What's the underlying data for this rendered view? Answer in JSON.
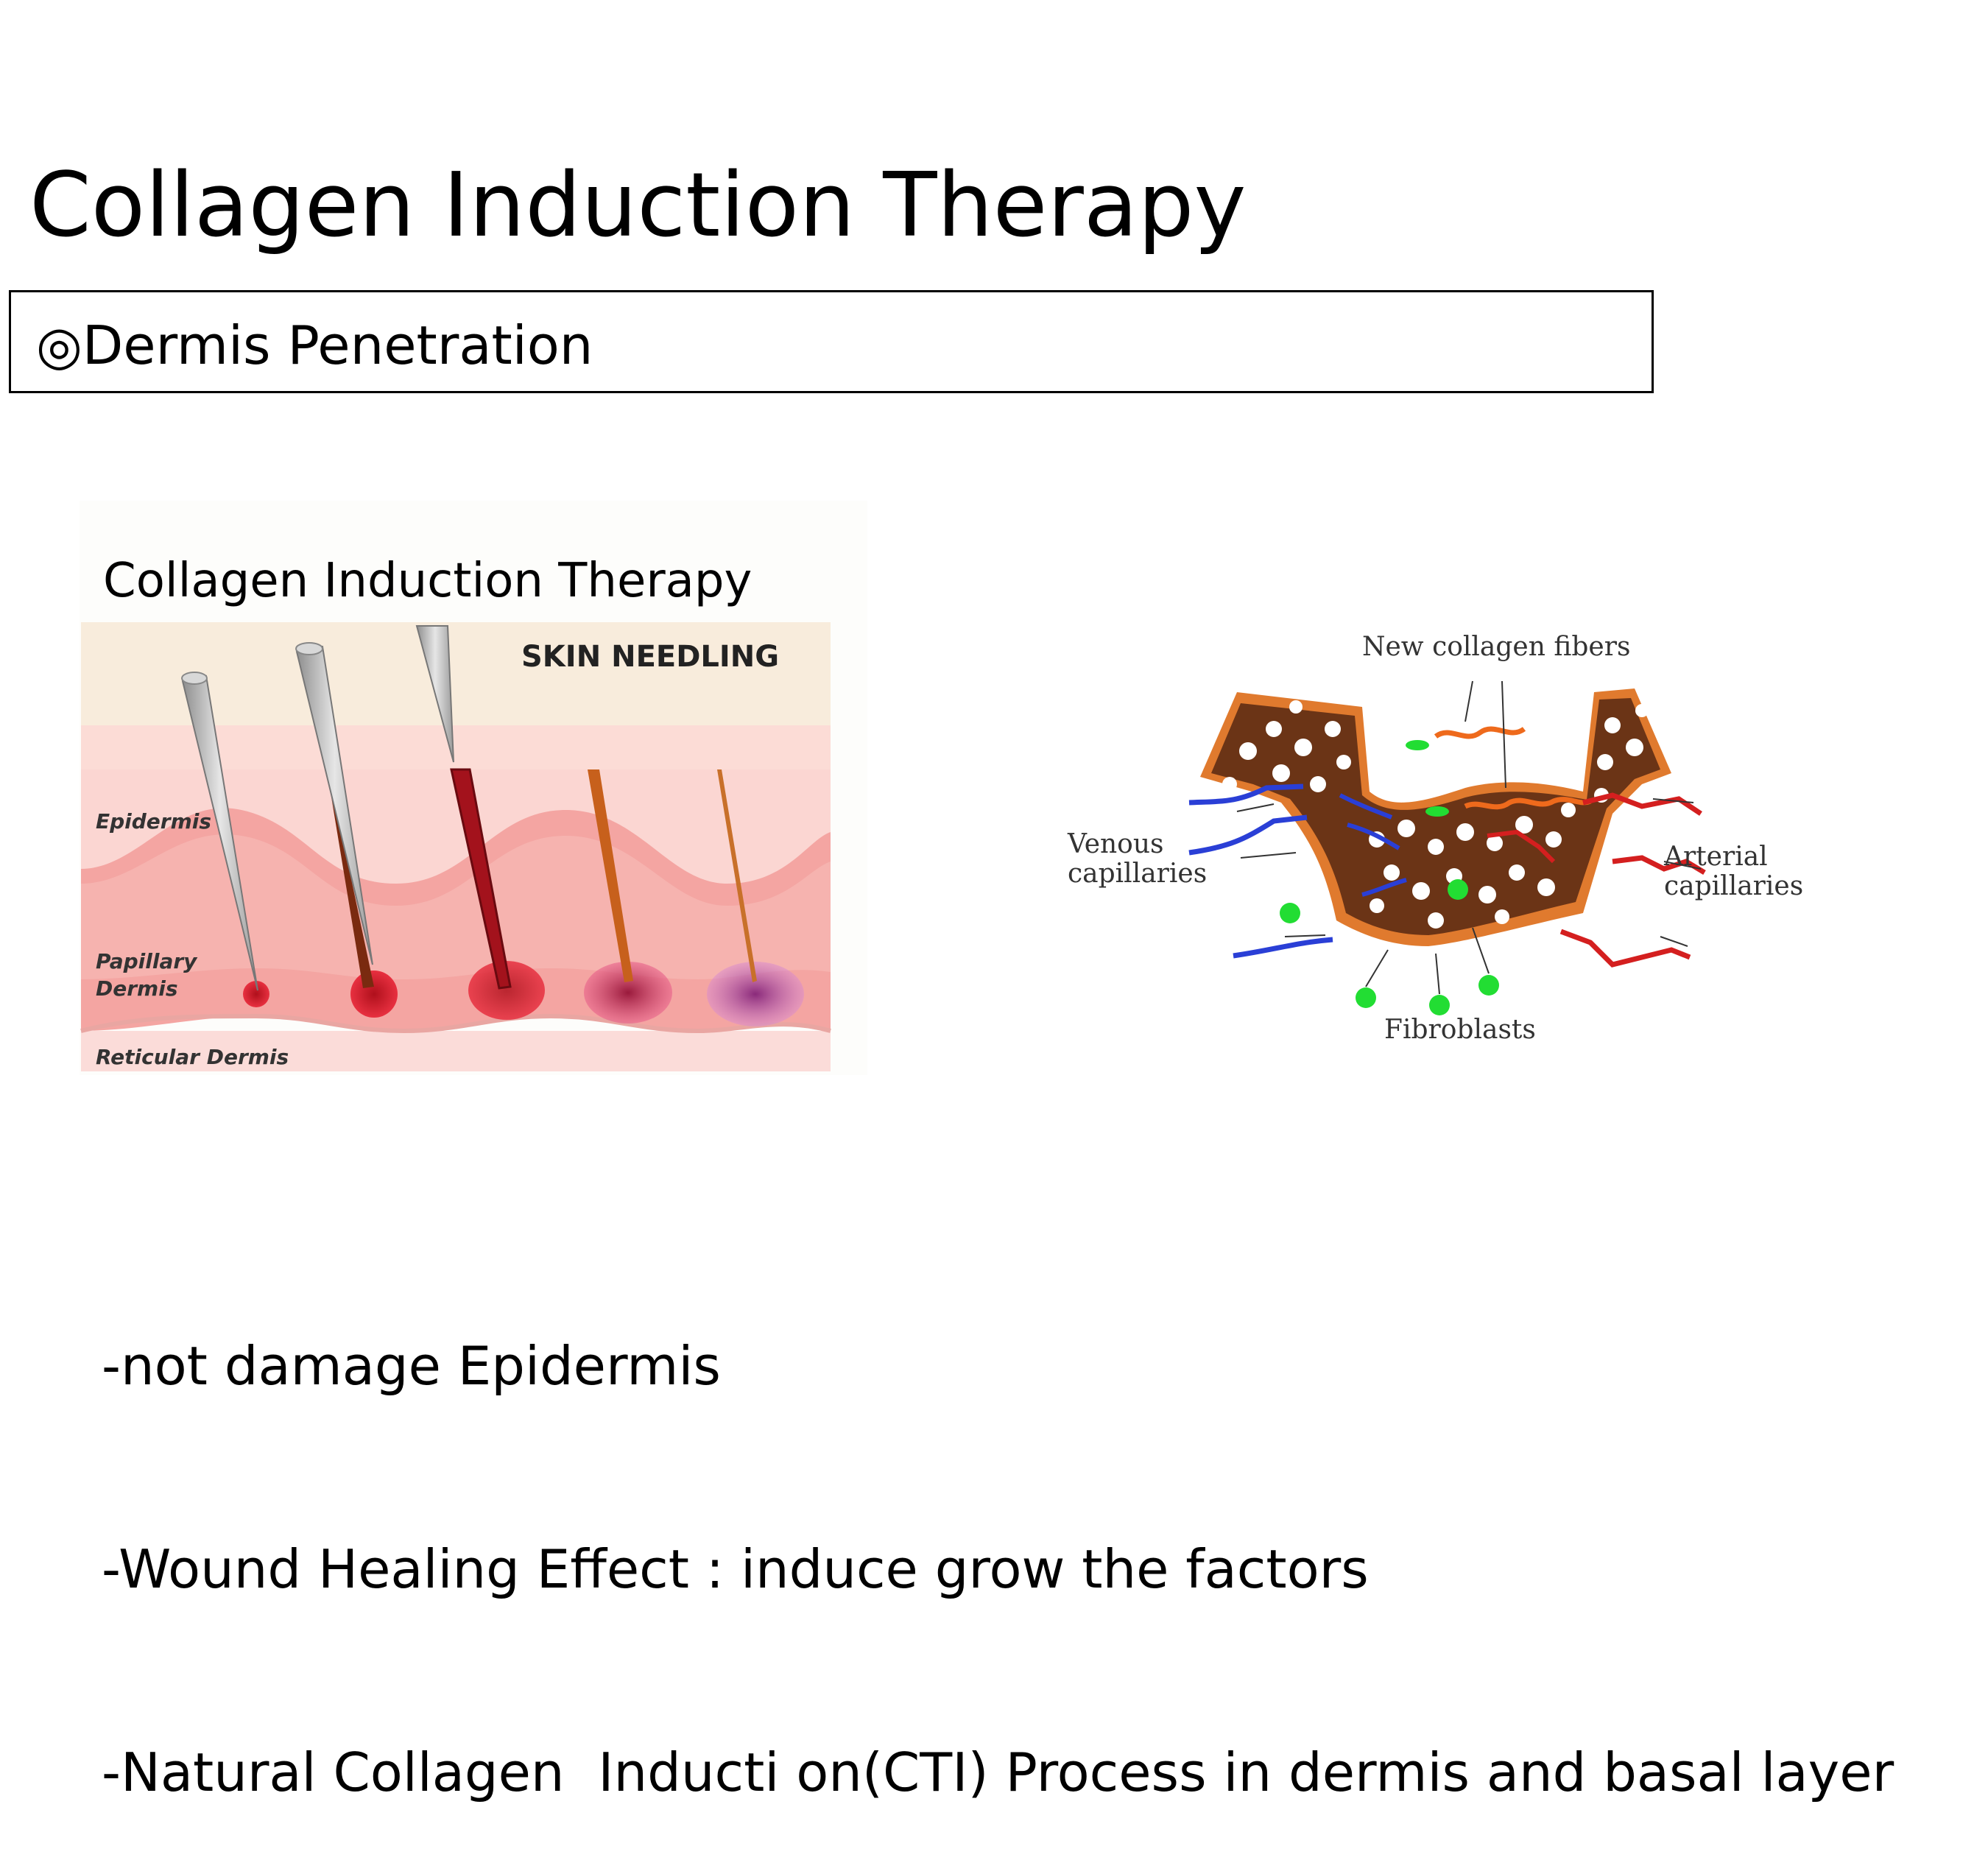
{
  "slide": {
    "title": "Collagen Induction Therapy",
    "subtitle": "◎Dermis Penetration"
  },
  "needling_figure": {
    "title": "Collagen Induction Therapy",
    "heading": "SKIN NEEDLING",
    "layers": {
      "epidermis": "Epidermis",
      "papillary_line1": "Papillary",
      "papillary_line2": "Dermis",
      "reticular": "Reticular Dermis"
    },
    "colors": {
      "skin_top": "#f6e3cc",
      "epidermis": "#fad4d0",
      "papillary": "#f7aeaa",
      "reticular": "#fbdcd9",
      "needle": "#bfbfbf",
      "blood": "#c81e28"
    }
  },
  "collagen_figure": {
    "labels": {
      "new_collagen": "New collagen fibers",
      "venous_line1": "Venous",
      "venous_line2": "capillaries",
      "arterial_line1": "Arterial",
      "arterial_line2": "capillaries",
      "fibroblasts": "Fibroblasts"
    },
    "colors": {
      "tissue": "#6b3416",
      "tissue_edge": "#e07a2e",
      "venous": "#2a3fd6",
      "arterial": "#d41f1f",
      "fibroblast": "#22dd33",
      "collagen": "#ee6a1c"
    }
  },
  "bullets": [
    "-not damage Epidermis",
    "-Wound Healing Effect : induce grow the factors",
    "-Natural Collagen  Inducti on(CTI) Process in dermis and basal layer"
  ]
}
